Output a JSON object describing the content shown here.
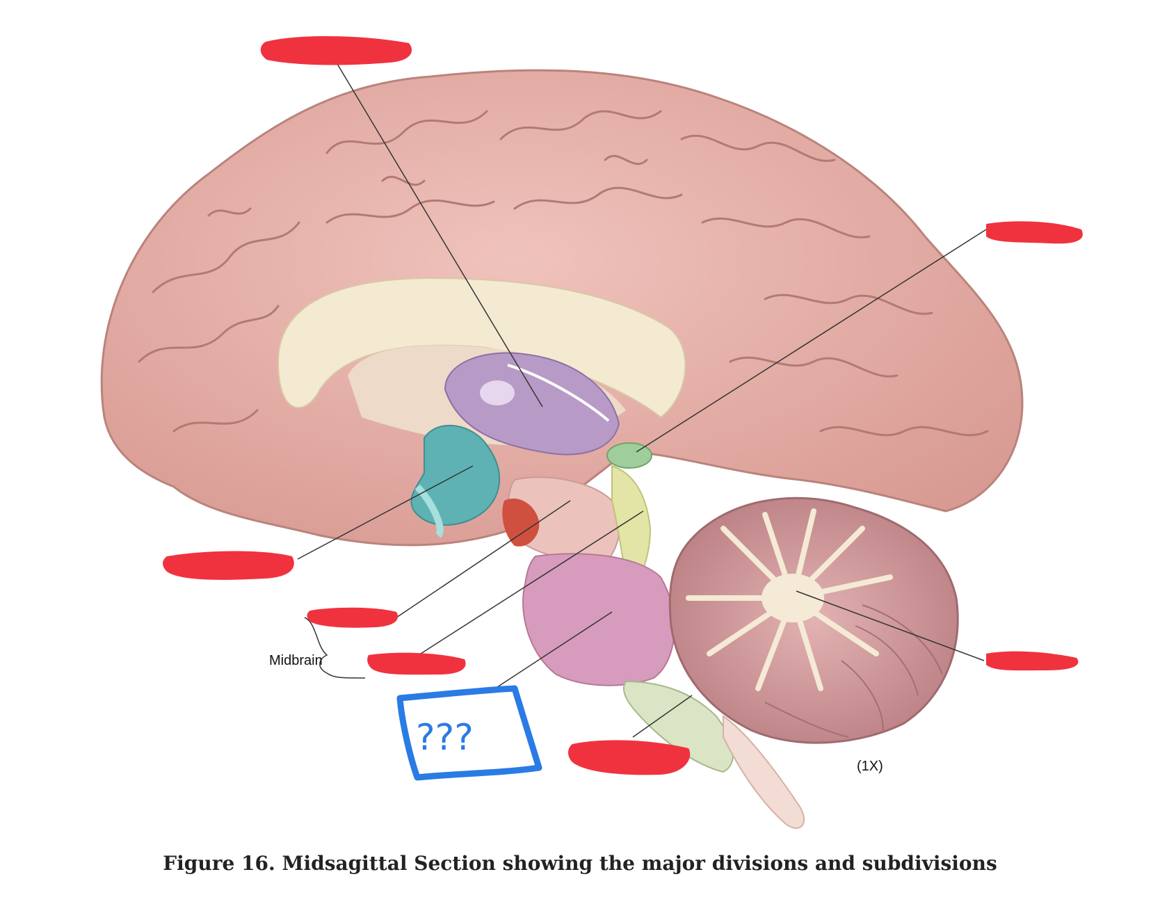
{
  "figure": {
    "caption": "Figure 16.  Midsagittal Section showing the major divisions and subdivisions",
    "midbrain_label": "Midbrain",
    "magnification": "(1X)",
    "question_marks": "???"
  },
  "colors": {
    "cerebrum": "#e8b5ad",
    "corpus_callosum": "#f4ead2",
    "thalamus": "#b89ac6",
    "hypothalamus": "#5fb2b4",
    "midbrain": "#ecc2bc",
    "pons": "#d69bbd",
    "medulla": "#d9e5c4",
    "cerebellum": "#d8a6a6",
    "redaction": "#f0323f",
    "annotation_box": "#2a7be4"
  },
  "hidden_labels": [
    "top-label",
    "right-upper-label",
    "left-label",
    "midbrain-upper-label",
    "midbrain-lower-label",
    "pons-label",
    "medulla-label",
    "cerebellum-label"
  ]
}
